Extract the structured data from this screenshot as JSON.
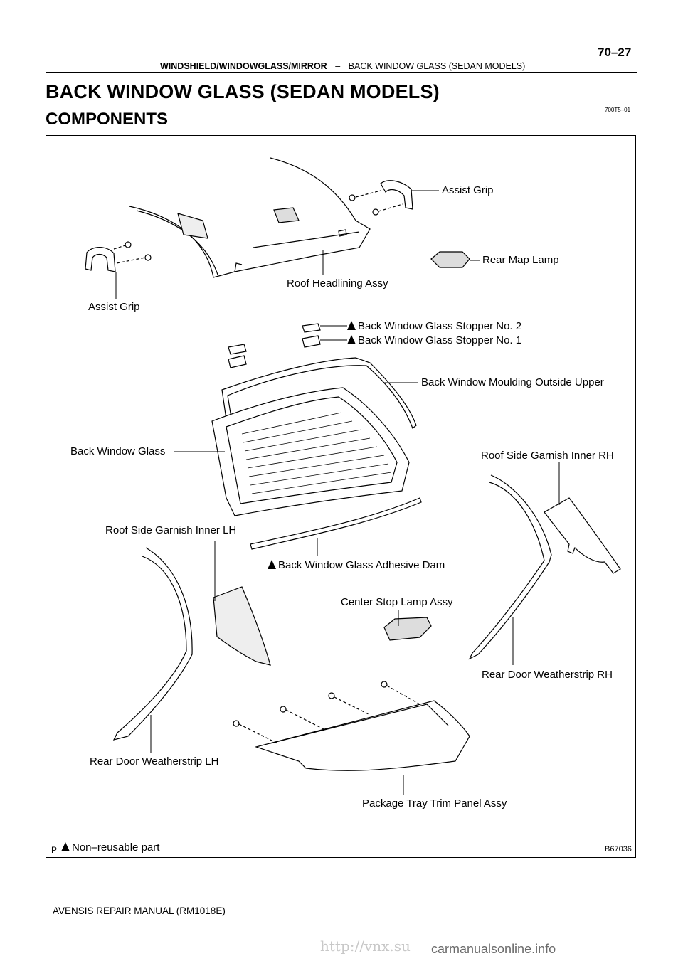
{
  "header": {
    "section": "WINDSHIELD/WINDOWGLASS/MIRROR",
    "separator": "–",
    "subsection": "BACK WINDOW GLASS (SEDAN MODELS)",
    "page_number": "70–27"
  },
  "title": "BACK WINDOW GLASS (SEDAN MODELS)",
  "subtitle": "COMPONENTS",
  "doc_code": "700T5–01",
  "figure": {
    "labels": {
      "assist_grip_right": "Assist Grip",
      "rear_map_lamp": "Rear Map Lamp",
      "roof_headlining": "Roof Headlining Assy",
      "assist_grip_left": "Assist Grip",
      "stopper_no2": "Back Window Glass Stopper No. 2",
      "stopper_no1": "Back Window Glass Stopper No. 1",
      "moulding_upper": "Back Window Moulding Outside Upper",
      "back_window_glass": "Back Window Glass",
      "roof_garnish_rh": "Roof Side Garnish Inner RH",
      "roof_garnish_lh": "Roof Side Garnish Inner LH",
      "adhesive_dam": "Back Window Glass Adhesive Dam",
      "center_stop_lamp": "Center Stop Lamp Assy",
      "weatherstrip_rh": "Rear Door Weatherstrip RH",
      "weatherstrip_lh": "Rear Door Weatherstrip LH",
      "package_tray": "Package Tray Trim Panel Assy"
    },
    "legend": "Non–reusable part",
    "corner_mark": "P",
    "figure_id": "B67036"
  },
  "footer": "AVENSIS REPAIR MANUAL   (RM1018E)",
  "watermark": "http://vnx.su",
  "site_mark": "carmanualsonline.info"
}
